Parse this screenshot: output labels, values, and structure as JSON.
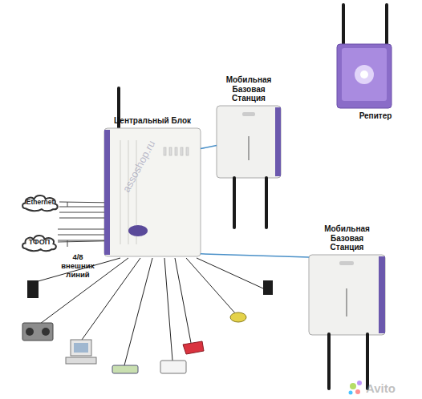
{
  "diagram": {
    "nodes": [
      {
        "text": [
          "Репитер"
        ]
      },
      {
        "text": [
          "Мобильная Базовая Станция"
        ]
      },
      {
        "text": [
          "Центральный Блок"
        ]
      },
      {
        "text": [
          "Ethernet"
        ]
      },
      {
        "text": [
          "ТФОП"
        ]
      },
      {
        "text": [
          "Мобильная Базовая Станция"
        ]
      }
    ],
    "edges": [
      {
        "from": 2,
        "to": 1,
        "arrow": "none"
      },
      {
        "from": 3,
        "to": 2,
        "arrow": "none"
      },
      {
        "from": 4,
        "to": 2,
        "arrow": "none"
      },
      {
        "from": 2,
        "to": 5,
        "arrow": "none"
      }
    ],
    "labels": [
      "4/8 внешних линий",
      "assoshop.ru",
      "Avito"
    ]
  }
}
